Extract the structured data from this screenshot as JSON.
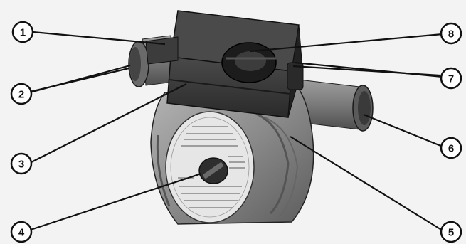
{
  "figure": {
    "kind": "exploded part-callout illustration of a circulation pump",
    "callouts": [
      {
        "id": "callout-1",
        "number": "1"
      },
      {
        "id": "callout-2",
        "number": "2"
      },
      {
        "id": "callout-3",
        "number": "3"
      },
      {
        "id": "callout-4",
        "number": "4"
      },
      {
        "id": "callout-5",
        "number": "5"
      },
      {
        "id": "callout-6",
        "number": "6"
      },
      {
        "id": "callout-7",
        "number": "7"
      },
      {
        "id": "callout-8",
        "number": "8"
      }
    ],
    "colors": {
      "background": "#f3f3f3",
      "terminal_box": "#3a3a3a",
      "pump_body": "#8c8c8c",
      "nameplate": "#e6e6e6",
      "line": "#111111"
    }
  }
}
